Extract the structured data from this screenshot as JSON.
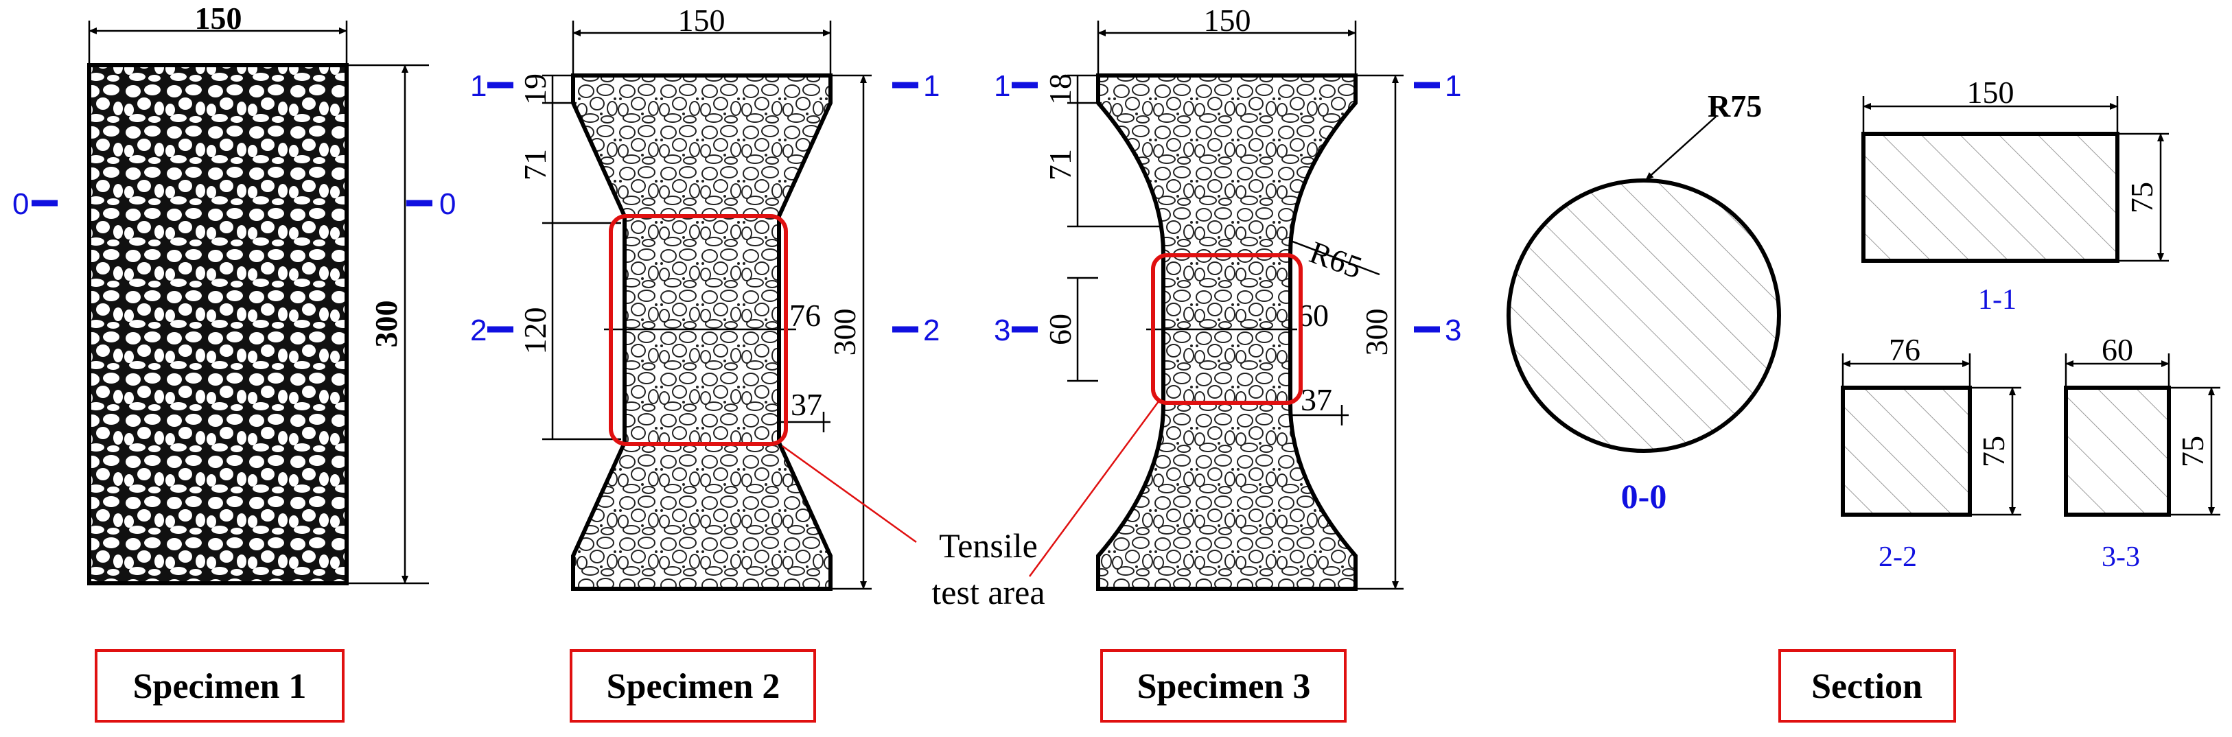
{
  "specimen1": {
    "title": "Specimen 1",
    "width_label": "150",
    "height_label": "300",
    "section_left": "0",
    "section_right": "0"
  },
  "specimen2": {
    "title": "Specimen 2",
    "width_label": "150",
    "top_label": "19",
    "taper_label": "71",
    "middle_label": "120",
    "height_label": "300",
    "neck_label": "76",
    "offset_label": "37",
    "section_top_left": "1",
    "section_top_right": "1",
    "section_mid_left": "2",
    "section_mid_right": "2"
  },
  "specimen3": {
    "title": "Specimen 3",
    "width_label": "150",
    "top_label": "18",
    "taper_label": "71",
    "middle_label": "60",
    "height_label": "300",
    "neck_label": "60",
    "offset_label": "37",
    "radius_label": "R65",
    "section_top_left": "1",
    "section_top_right": "1",
    "section_mid_left": "3",
    "section_mid_right": "3"
  },
  "annotation": {
    "line1": "Tensile",
    "line2": "test area"
  },
  "sections": {
    "title": "Section",
    "circle": {
      "radius_label": "R75",
      "name": "0-0"
    },
    "s11": {
      "width_label": "150",
      "height_label": "75",
      "name": "1-1"
    },
    "s22": {
      "width_label": "76",
      "height_label": "75",
      "name": "2-2"
    },
    "s33": {
      "width_label": "60",
      "height_label": "75",
      "name": "3-3"
    }
  },
  "colors": {
    "section_marks": "#1010e0",
    "test_area_outline": "#e01010",
    "ink": "#000000",
    "hatch": "#9a9a9a"
  }
}
